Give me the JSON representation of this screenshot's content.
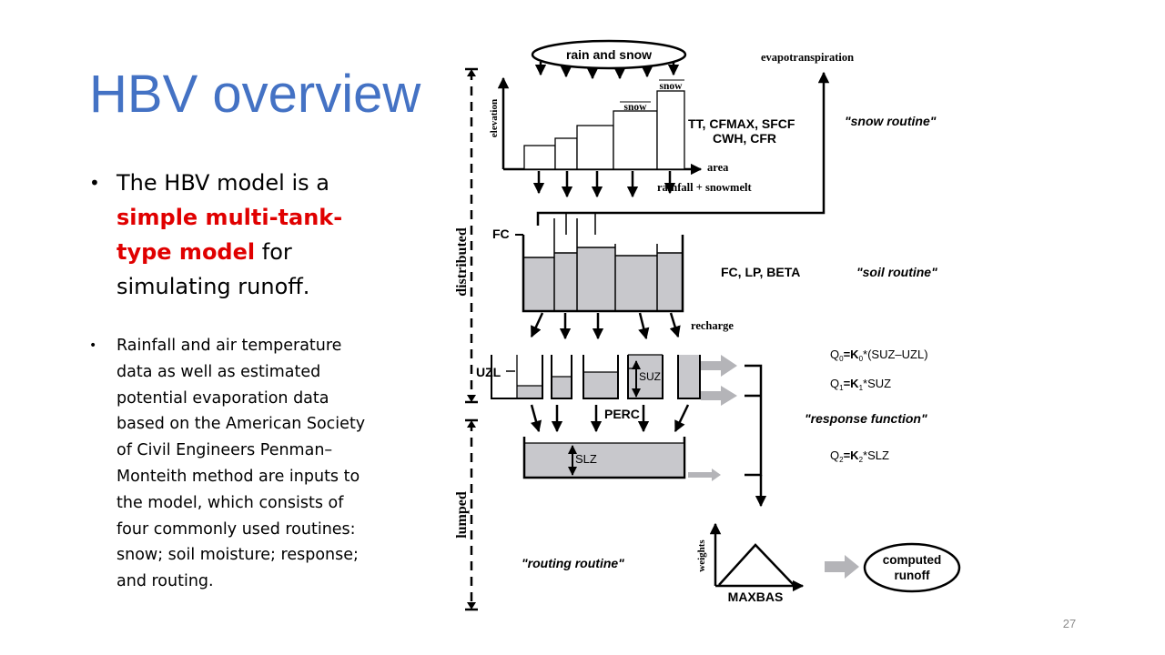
{
  "slide": {
    "title": "HBV overview",
    "bullet1": {
      "lead": "The HBV model is a ",
      "highlight": "simple multi-tank-type model",
      "tail": " for simulating runoff."
    },
    "bullet2": "Rainfall and air temperature data as well as estimated potential evaporation data based on the American Society of Civil Engineers Penman–Monteith method are inputs to the model, which consists of four commonly used routines: snow; soil moisture; response; and routing.",
    "slide_number": "27"
  },
  "diagram": {
    "rain_and_snow": "rain and snow",
    "evapotranspiration": "evapotranspiration",
    "elevation": "elevation",
    "snow_label": "snow",
    "area": "area",
    "snow_params_line1": "TT, CFMAX, SFCF",
    "snow_params_line2": "CWH, CFR",
    "snow_routine": "\"snow routine\"",
    "rainfall_snowmelt": "rainfall + snowmelt",
    "distributed": "distributed",
    "lumped": "lumped",
    "fc": "FC",
    "soil_params": "FC, LP, BETA",
    "soil_routine": "\"soil routine\"",
    "recharge": "recharge",
    "uzl": "UZL",
    "suz": "SUZ",
    "perc": "PERC",
    "slz": "SLZ",
    "q0": {
      "q": "Q",
      "sub": "0",
      "mid": "=K",
      "ksub": "0",
      "tail": "*(SUZ–UZL)"
    },
    "q1": {
      "q": "Q",
      "sub": "1",
      "mid": "=K",
      "ksub": "1",
      "tail": "*SUZ"
    },
    "q2": {
      "q": "Q",
      "sub": "2",
      "mid": "=K",
      "ksub": "2",
      "tail": "*SLZ"
    },
    "response_function": "\"response function\"",
    "routing_routine": "\"routing routine\"",
    "weights": "weights",
    "maxbas": "MAXBAS",
    "computed_runoff_line1": "computed",
    "computed_runoff_line2": "runoff"
  },
  "colors": {
    "title": "#4472C4",
    "highlight": "#E00000",
    "tank_fill": "#C8C8CC",
    "flow_arrow": "#B4B4B8"
  }
}
